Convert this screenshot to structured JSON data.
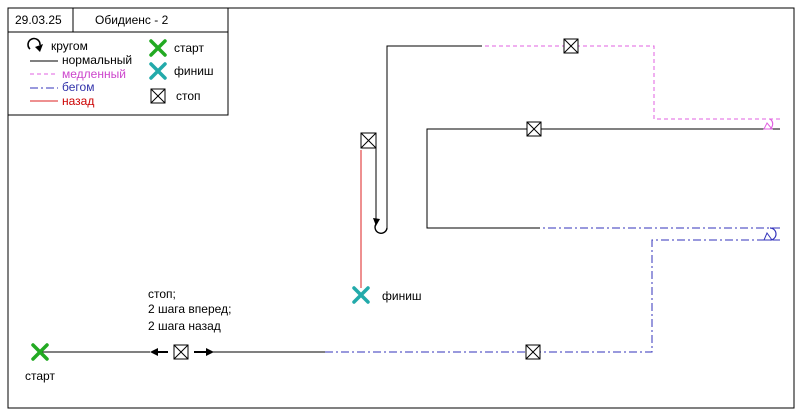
{
  "header": {
    "date": "29.03.25",
    "title": "Обидиенс - 2"
  },
  "legend": {
    "items": [
      {
        "key": "around",
        "label": "кругом",
        "color": "#000000"
      },
      {
        "key": "normal",
        "label": "нормальный",
        "color": "#000000"
      },
      {
        "key": "slow",
        "label": "медленный",
        "color": "#cc44cc"
      },
      {
        "key": "run",
        "label": "бегом",
        "color": "#3333aa"
      },
      {
        "key": "back",
        "label": "назад",
        "color": "#cc0000"
      }
    ],
    "markers": [
      {
        "key": "start",
        "label": "старт"
      },
      {
        "key": "finish",
        "label": "финиш"
      },
      {
        "key": "stop",
        "label": "стоп"
      }
    ]
  },
  "labels": {
    "start": "старт",
    "finish": "финиш",
    "note_line1": "стоп;",
    "note_line2": "2 шага вперед;",
    "note_line3": "2 шага назад"
  },
  "colors": {
    "normal": "#000000",
    "slow": "#e060e0",
    "run": "#3333bb",
    "back": "#dd2222",
    "start_marker": "#22aa22",
    "finish_marker": "#22aaaa",
    "frame": "#000000"
  }
}
